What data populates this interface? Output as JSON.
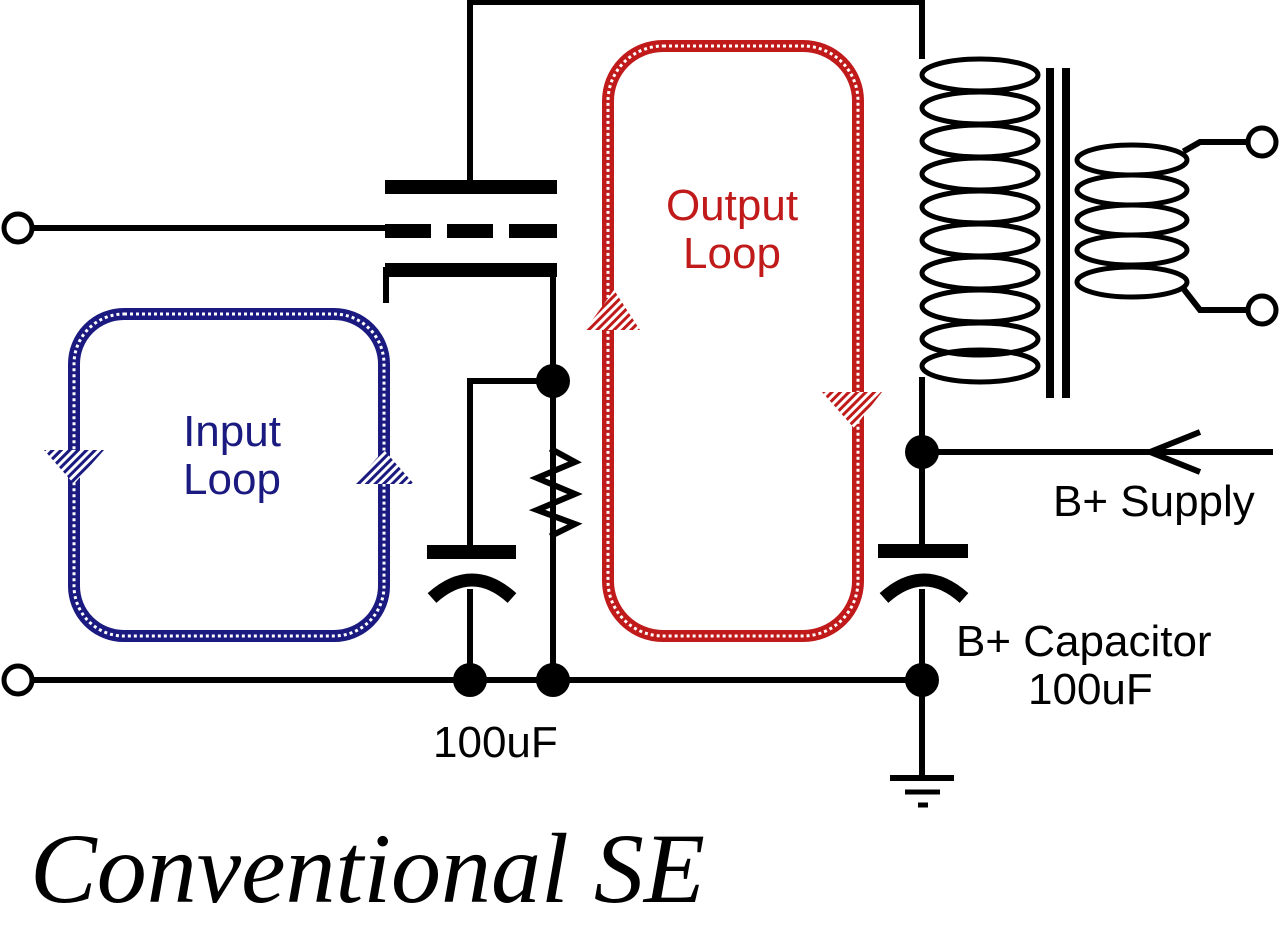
{
  "colors": {
    "wire": "#000000",
    "input_loop": "#1a1a80",
    "output_loop": "#c01a1a",
    "background": "#ffffff"
  },
  "labels": {
    "output_loop": [
      "Output",
      "Loop"
    ],
    "input_loop": [
      "Input",
      "Loop"
    ],
    "bplus_supply": "B+ Supply",
    "bplus_capacitor": [
      "B+ Capacitor",
      "100uF"
    ],
    "cathode_capacitor": "100uF",
    "title": "Conventional SE"
  },
  "components": {
    "tube": "triode-icon",
    "output_transformer": "transformer-icon",
    "cathode_resistor": "resistor-icon",
    "cathode_bypass_capacitor": "capacitor-icon",
    "supply_capacitor": "capacitor-icon",
    "ground": "ground-icon"
  }
}
